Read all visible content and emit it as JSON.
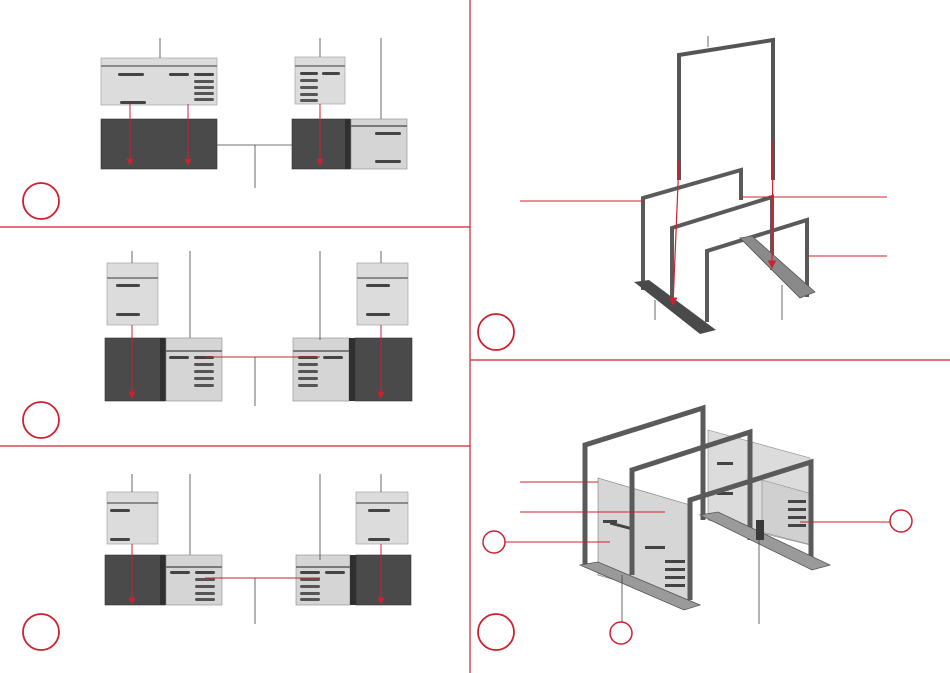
{
  "sheet": {
    "divider_color": "#d0202f",
    "callout_color": "#d0202f",
    "part_dark": "#4b4b4b",
    "part_light": "#d9d9d9",
    "frame_color": "#5a5a5a"
  },
  "steps": [
    {
      "id": "step-1",
      "label": ""
    },
    {
      "id": "step-2",
      "label": ""
    },
    {
      "id": "step-3",
      "label": ""
    },
    {
      "id": "step-4",
      "label": ""
    },
    {
      "id": "step-5",
      "label": ""
    }
  ]
}
